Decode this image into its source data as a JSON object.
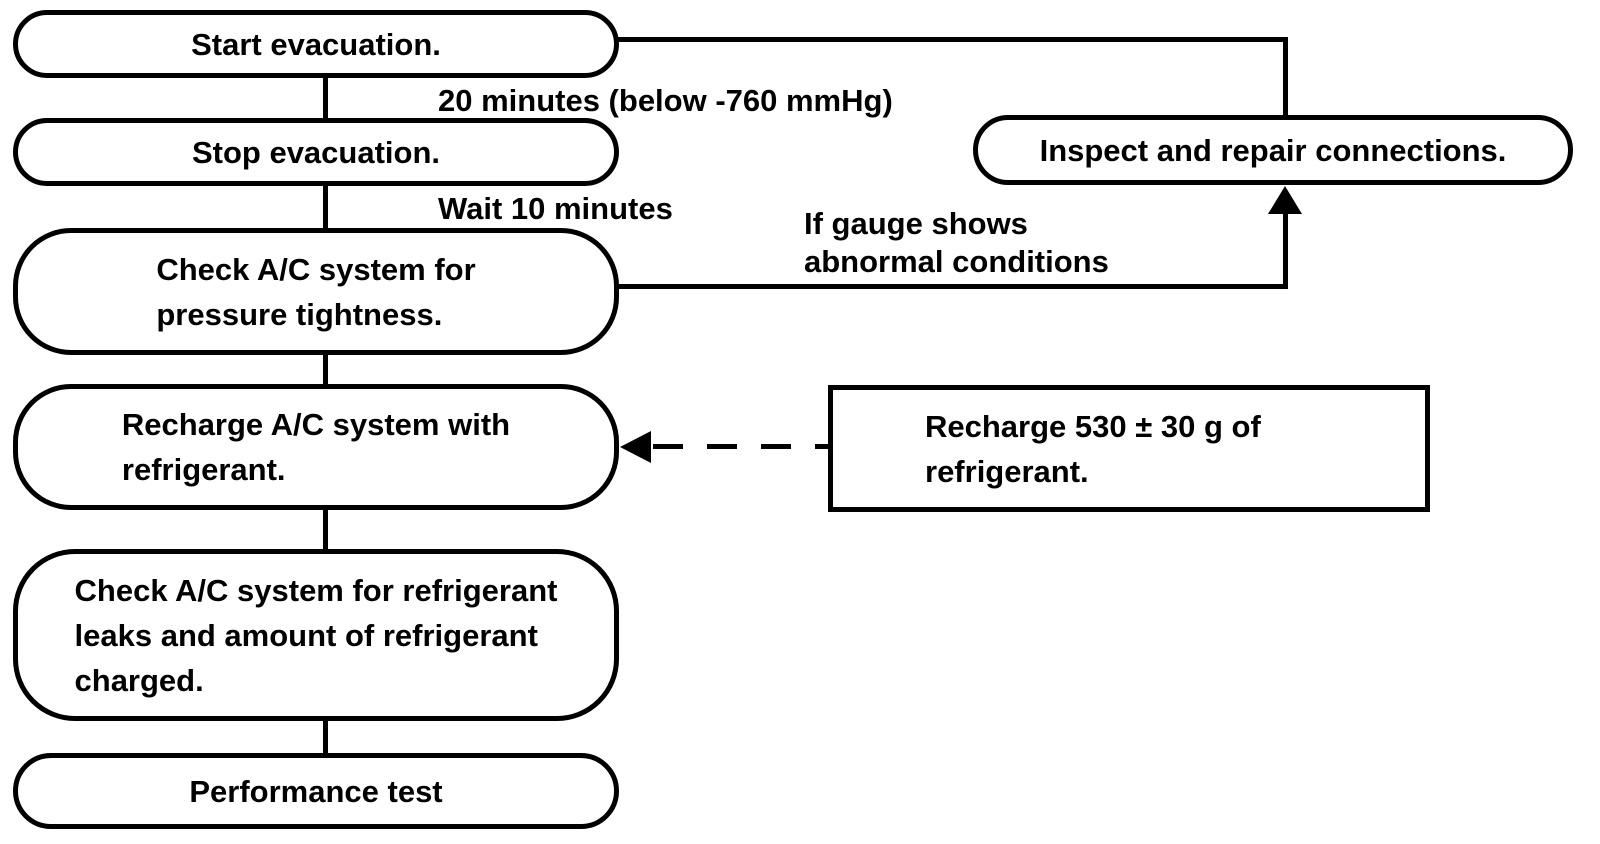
{
  "colors": {
    "background": "#ffffff",
    "stroke": "#000000",
    "text": "#000000"
  },
  "nodes": {
    "start": {
      "text": "Start evacuation."
    },
    "stop": {
      "text": "Stop evacuation."
    },
    "check_pressure": {
      "line1": "Check A/C system for",
      "line2": "pressure tightness."
    },
    "recharge": {
      "line1": "Recharge A/C system with",
      "line2": "refrigerant."
    },
    "check_leaks": {
      "line1": "Check A/C system for refrigerant",
      "line2": "leaks and amount of refrigerant",
      "line3": "charged."
    },
    "performance": {
      "text": "Performance test"
    },
    "inspect": {
      "text": "Inspect and repair connections."
    },
    "recharge_note": {
      "line1": "Recharge 530 ± 30 g of",
      "line2": "refrigerant."
    }
  },
  "edge_labels": {
    "start_to_stop": "20 minutes (below -760 mmHg)",
    "stop_to_check": "Wait 10 minutes",
    "abnormal_line1": "If gauge shows",
    "abnormal_line2": "abnormal conditions"
  },
  "edges": [
    {
      "from": "start",
      "to": "stop",
      "style": "solid",
      "label": "20 minutes (below -760 mmHg)"
    },
    {
      "from": "stop",
      "to": "check_pressure",
      "style": "solid",
      "label": "Wait 10 minutes"
    },
    {
      "from": "check_pressure",
      "to": "recharge",
      "style": "solid"
    },
    {
      "from": "recharge",
      "to": "check_leaks",
      "style": "solid"
    },
    {
      "from": "check_leaks",
      "to": "performance",
      "style": "solid"
    },
    {
      "from": "check_pressure",
      "to": "inspect",
      "style": "solid-arrow",
      "label": "If gauge shows abnormal conditions"
    },
    {
      "from": "inspect",
      "to": "start",
      "style": "solid"
    },
    {
      "from": "recharge_note",
      "to": "recharge",
      "style": "dashed-arrow"
    }
  ]
}
